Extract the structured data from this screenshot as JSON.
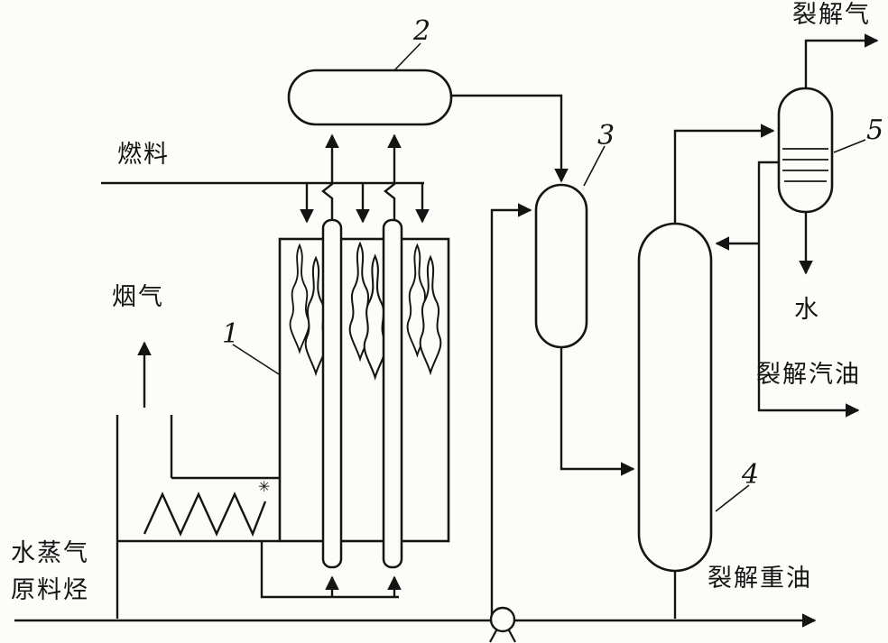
{
  "diagram": {
    "title_hint": "hydrocarbon cracking process flow diagram",
    "colors": {
      "ink": "#141414",
      "paper": "#fcfcf9"
    },
    "labels": {
      "fuel": "燃料",
      "flue_gas": "烟气",
      "steam": "水蒸气",
      "feed_hydrocarbon": "原料烃",
      "cracked_gas": "裂解气",
      "water": "水",
      "cracked_gasoline": "裂解汽油",
      "cracked_heavy_oil": "裂解重油",
      "econ_mark": "✳"
    },
    "equipment_numbers": [
      "1",
      "2",
      "3",
      "4",
      "5"
    ]
  }
}
